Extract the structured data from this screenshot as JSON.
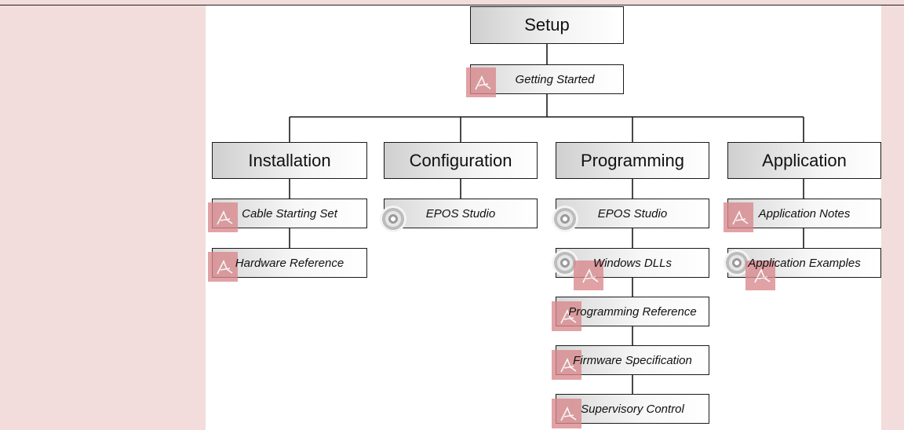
{
  "diagram": {
    "root": "Setup",
    "intro": "Getting Started",
    "categories": [
      {
        "title": "Installation",
        "items": [
          "Cable Starting Set",
          "Hardware Reference"
        ]
      },
      {
        "title": "Configuration",
        "items": [
          "EPOS Studio"
        ]
      },
      {
        "title": "Programming",
        "items": [
          "EPOS Studio",
          "Windows DLLs",
          "Programming Reference",
          "Firmware Specification",
          "Supervisory Control"
        ]
      },
      {
        "title": "Application",
        "items": [
          "Application Notes",
          "Application Examples"
        ]
      }
    ],
    "icons": {
      "pdf": "pdf-document-icon",
      "cd": "cd-disc-icon"
    }
  }
}
